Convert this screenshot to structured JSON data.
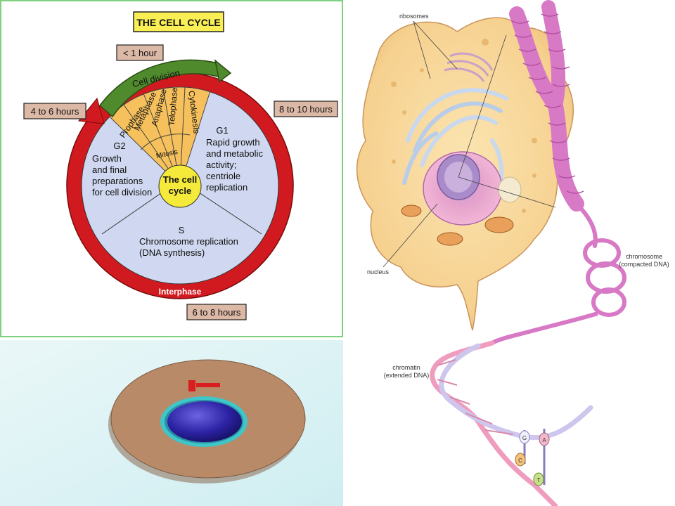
{
  "cell_cycle": {
    "title": "THE CELL CYCLE",
    "center": [
      "The cell",
      "cycle"
    ],
    "cell_division_label": "Cell division",
    "interphase_label": "Interphase",
    "mitosis_label": "Mitosis",
    "mitosis_phases": [
      "Prophase",
      "Metaphase",
      "Anaphase",
      "Telophase",
      "Cytokinesis"
    ],
    "g1": {
      "name": "G1",
      "lines": [
        "Rapid growth",
        "and metabolic",
        "activity;",
        "centriole",
        "replication"
      ]
    },
    "g2": {
      "name": "G2",
      "lines": [
        "Growth",
        "and final",
        "preparations",
        "for cell division"
      ]
    },
    "s": {
      "name": "S",
      "lines": [
        "Chromosome replication",
        "(DNA synthesis)"
      ]
    },
    "durations": {
      "cell_division": "< 1 hour",
      "g1": "8 to 10 hours",
      "g2": "4 to 6 hours",
      "s": "6 to 8 hours"
    },
    "colors": {
      "ring_red": "#d11a1f",
      "arrow_green": "#4f8a2c",
      "inner_blue": "#cfd8f0",
      "mitosis_orange": "#f6c15c",
      "center_yellow": "#f5ea3a",
      "title_yellow": "#f9ef55",
      "duration_box": "#dcb8a6"
    }
  },
  "cell_structure": {
    "labels": {
      "ribosomes": "ribosomes",
      "nucleus": "nucleus",
      "chromosome": [
        "chromosome",
        "(compacted DNA)"
      ],
      "chromatin": [
        "chromatin",
        "(extended DNA)"
      ]
    },
    "bases": [
      "G",
      "A",
      "C",
      "T"
    ],
    "colors": {
      "cytoplasm": "#f7d692",
      "er": "#c8d8ef",
      "nucleus": "#eb9dc4",
      "chromosome": "#d879c6",
      "dna_pink": "#ef9cbf",
      "dna_lilac": "#cfc6ee"
    }
  },
  "cell_animation": {
    "colors": {
      "background": "#ddf1f3",
      "cytoplasm": "#b98a68",
      "nucleus_ring": "#3fc6c8",
      "nucleus": "#3127ab",
      "marker": "#d81e1e"
    }
  }
}
